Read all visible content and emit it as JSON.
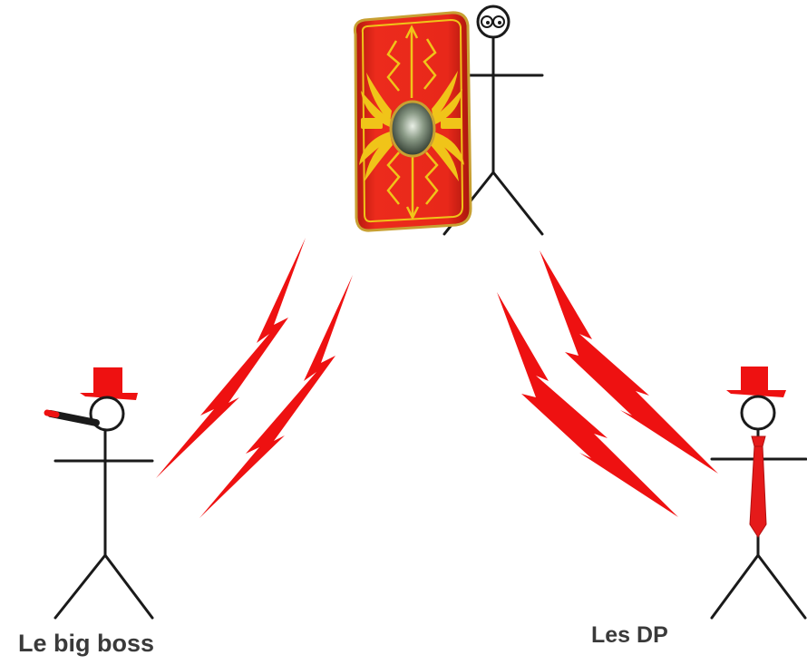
{
  "labels": {
    "boss": "Le big boss",
    "dp": "Les DP"
  },
  "colors": {
    "lightning": "#ee1111",
    "hat": "#ee1111",
    "tie": "#e51a1a",
    "stick": "#1a1a1a",
    "shield_red": "#e8281a",
    "shield_gold": "#f0c419"
  },
  "icons": {
    "shield": "roman-scutum-shield",
    "cigar": "cigar",
    "hat": "bowler-hat",
    "tie": "necktie",
    "bolt": "lightning-bolt"
  }
}
